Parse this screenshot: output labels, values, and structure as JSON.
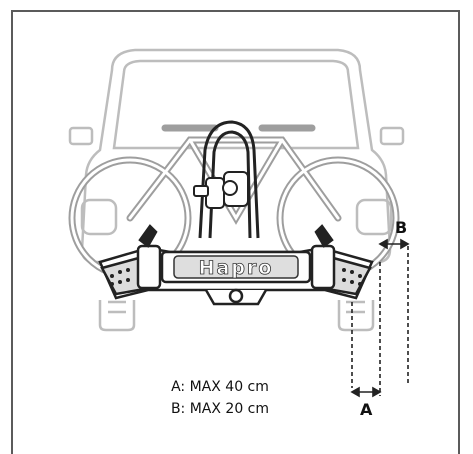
{
  "brand": "Hapro",
  "dimensions": {
    "a_letter": "A",
    "b_letter": "B"
  },
  "legend": {
    "a": "A: MAX 40 cm",
    "b": "B: MAX 20 cm"
  },
  "colors": {
    "car_outline": "#bdbdbd",
    "bike_outline": "#9e9e9e",
    "carrier_dark": "#222222",
    "frame_border": "#5b5b5b"
  }
}
